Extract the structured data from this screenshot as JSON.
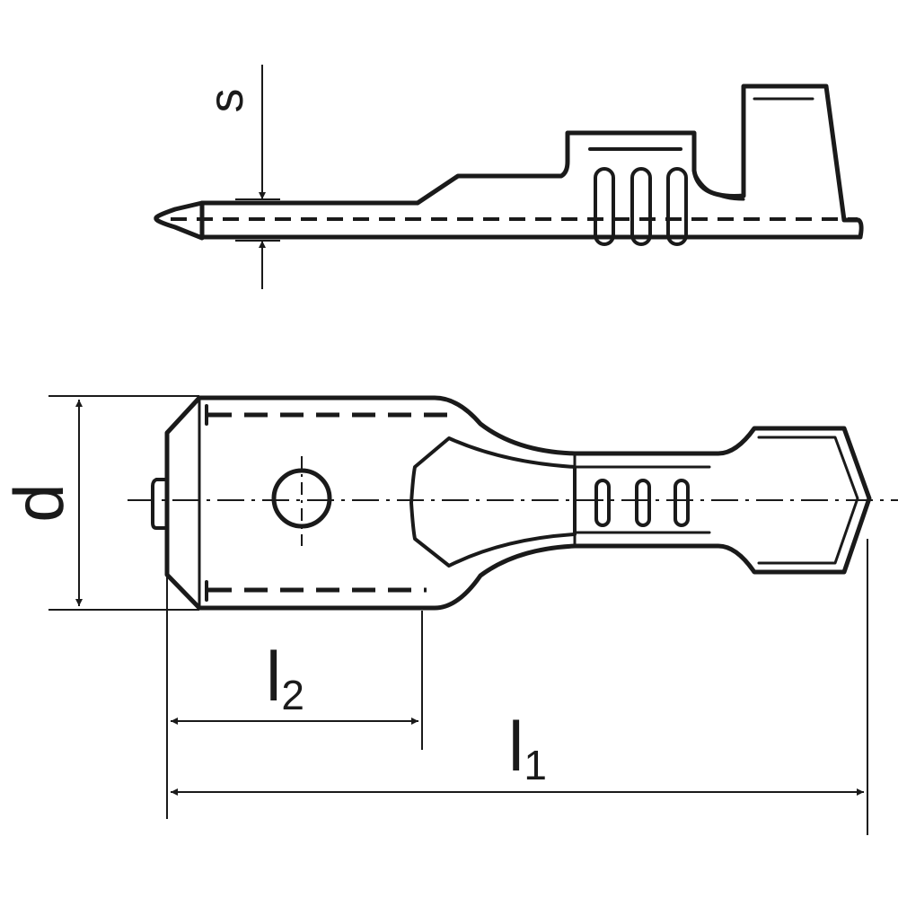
{
  "labels": {
    "thickness": "s",
    "diameter": "d",
    "length_2_main": "l",
    "length_2_sub": "2",
    "length_1_main": "l",
    "length_1_sub": "1"
  },
  "colors": {
    "line": "#1a1a1a",
    "background": "#ffffff"
  }
}
